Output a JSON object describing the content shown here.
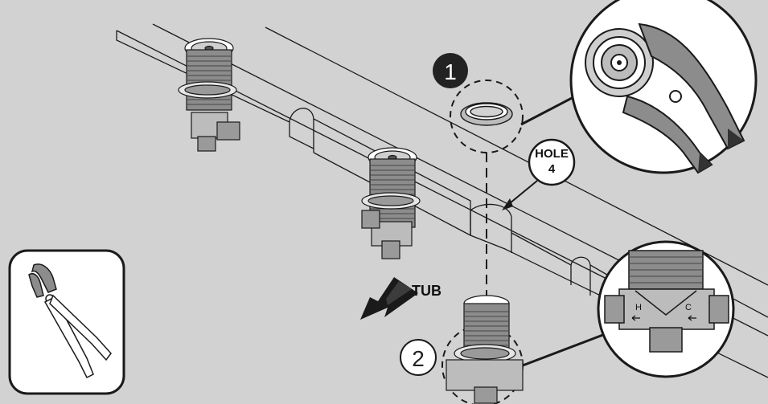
{
  "callouts": {
    "hole_label_line1": "HOLE",
    "hole_label_line2": "4",
    "tub_label": "TUB",
    "step1": "1",
    "step2": "2",
    "hot_label": "H",
    "cold_label": "C"
  },
  "icons": {
    "tool": "pliers-icon",
    "direction": "arrow-icon"
  },
  "colors": {
    "background": "#d2d2d2",
    "line": "#1a1a1a",
    "panel_fill": "#ffffff",
    "badge_fill": "#222222"
  }
}
